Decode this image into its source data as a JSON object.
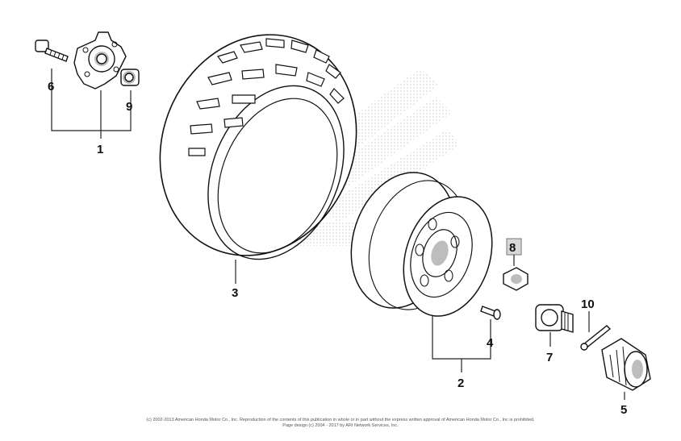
{
  "callouts": {
    "c1": "1",
    "c2": "2",
    "c3": "3",
    "c4": "4",
    "c5": "5",
    "c6": "6",
    "c7": "7",
    "c8": "8",
    "c9": "9",
    "c10": "10"
  },
  "highlighted_callout": "8",
  "colors": {
    "highlight_fill": "#d7d7d7",
    "line": "#111111",
    "dots": "#cfcfcf"
  },
  "footer": {
    "line1": "(c) 2002-2013 American Honda Motor Co., Inc. Reproduction of the contents of this publication in whole or in part without the express written approval of American Honda Motor Co., Inc is prohibited.",
    "line2": "Page design (c) 2004 - 2017 by ARI Network Services, Inc."
  }
}
